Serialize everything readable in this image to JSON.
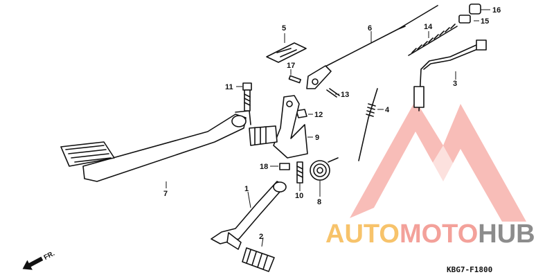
{
  "diagram": {
    "figure_code": "KBG7-F1800",
    "front_marker": "FR.",
    "callouts": [
      "1",
      "2",
      "3",
      "4",
      "5",
      "6",
      "7",
      "8",
      "9",
      "10",
      "11",
      "12",
      "13",
      "14",
      "15",
      "16",
      "17",
      "18"
    ]
  },
  "watermark": {
    "part1": "AUTO",
    "part2": "MOTO",
    "part3": "HUB",
    "colors": {
      "part1": "#f7c36b",
      "part2": "#f3a19a",
      "part3": "#8c8c8c",
      "logo": "#f6a7a1"
    }
  }
}
